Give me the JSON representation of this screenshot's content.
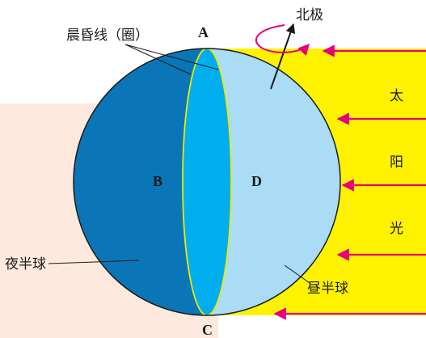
{
  "labels": {
    "terminator": "晨昏线（圈）",
    "north_pole": "北极",
    "point_a": "A",
    "point_b": "B",
    "point_c": "C",
    "point_d": "D",
    "night_hemisphere": "夜半球",
    "day_hemisphere": "昼半球",
    "sunlight": [
      "太",
      "阳",
      "光"
    ]
  },
  "colors": {
    "night_background": "#fde9dd",
    "sunlight_band": "#fff200",
    "night_side": "#0a76b7",
    "terminator_band": "#00aeef",
    "day_side": "#aadcf5",
    "terminator_line": "#f2e600",
    "arrows": "#e6007e",
    "outline": "#1a1a1a"
  }
}
